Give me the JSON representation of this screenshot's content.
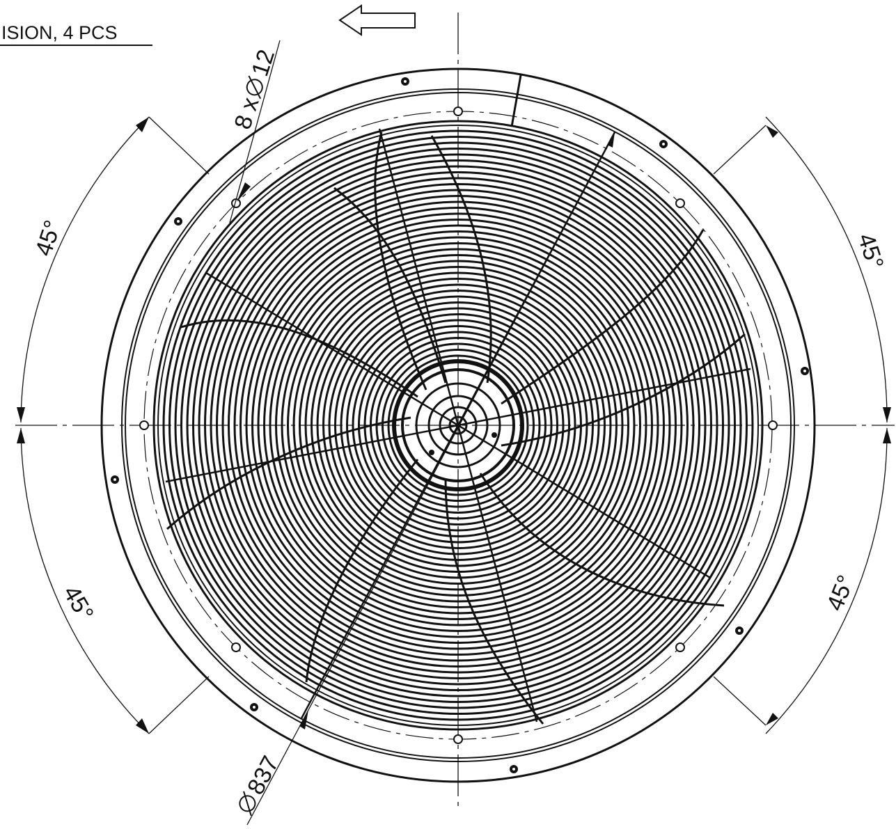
{
  "header": {
    "note": "ISION, 4 PCS"
  },
  "dimensions": {
    "hole_pattern": "8 x",
    "hole_diameter": "12",
    "outer_diameter": "837",
    "angle_top_left": "45°",
    "angle_top_right": "45°",
    "angle_bottom_left": "45°",
    "angle_bottom_right": "45°"
  },
  "symbols": {
    "airflow_arrow": "left-arrow-icon",
    "diameter_symbol": "diameter-icon"
  },
  "colors": {
    "line": "#111111",
    "background": "#ffffff"
  }
}
